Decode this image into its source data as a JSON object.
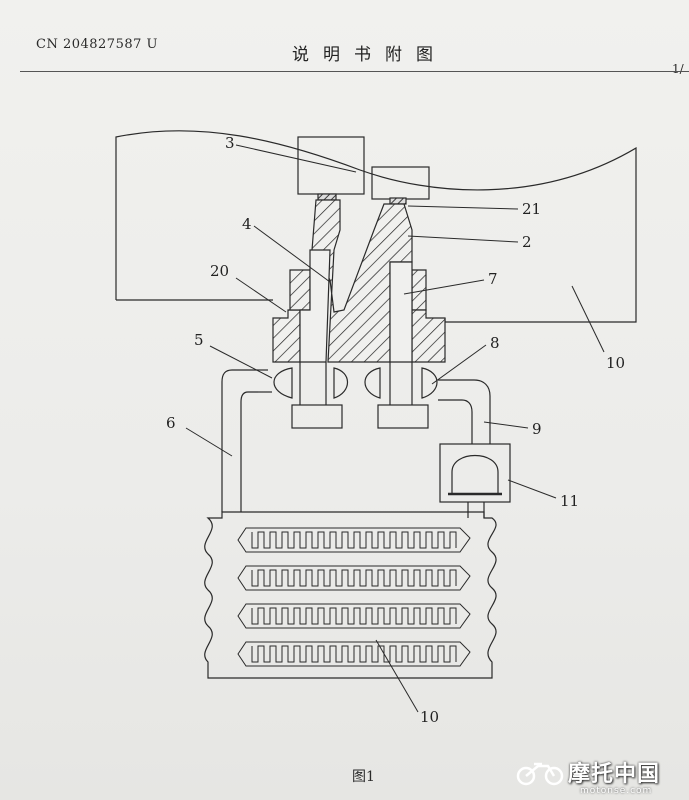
{
  "header": {
    "patent_number": "CN 204827587 U",
    "title": "说明书附图",
    "page": "1/"
  },
  "callouts": {
    "c3": "3",
    "c4": "4",
    "c20": "20",
    "c21": "21",
    "c2": "2",
    "c7": "7",
    "c5": "5",
    "c8": "8",
    "c6": "6",
    "c9": "9",
    "c11": "11",
    "c10_top": "10",
    "c10_bottom": "10"
  },
  "caption": "图1",
  "watermark": {
    "text": "摩托中国",
    "site": "motonse.com"
  }
}
